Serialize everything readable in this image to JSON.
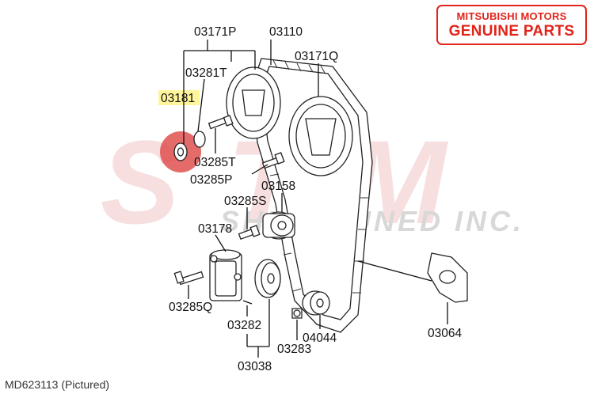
{
  "brand": {
    "line1": "MITSUBISHI MOTORS",
    "line2": "GENUINE PARTS",
    "color": "#e2231a"
  },
  "watermark": {
    "letters": "STM",
    "subtext": "SHIFT TUNED INC."
  },
  "highlight": {
    "part_number": "03181",
    "marker_color": "#e05050"
  },
  "callouts": [
    "03171P",
    "03110",
    "03171Q",
    "03281T",
    "03181",
    "03285T",
    "03285P",
    "03158",
    "03285S",
    "03178",
    "03285Q",
    "03282",
    "04044",
    "03064",
    "03283",
    "03038"
  ],
  "caption": "MD623113  (Pictured)"
}
